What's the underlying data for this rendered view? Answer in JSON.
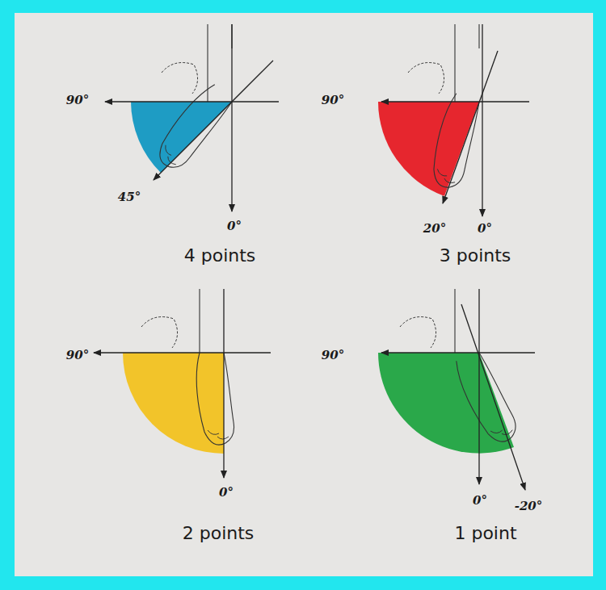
{
  "diagram": {
    "labels": [
      "90°",
      "45°",
      "0°",
      "4 points",
      "90°",
      "20°",
      "0°",
      "3 points",
      "90°",
      "0°",
      "2 points",
      "90°",
      "0°",
      "-20°",
      "1 point"
    ]
  }
}
